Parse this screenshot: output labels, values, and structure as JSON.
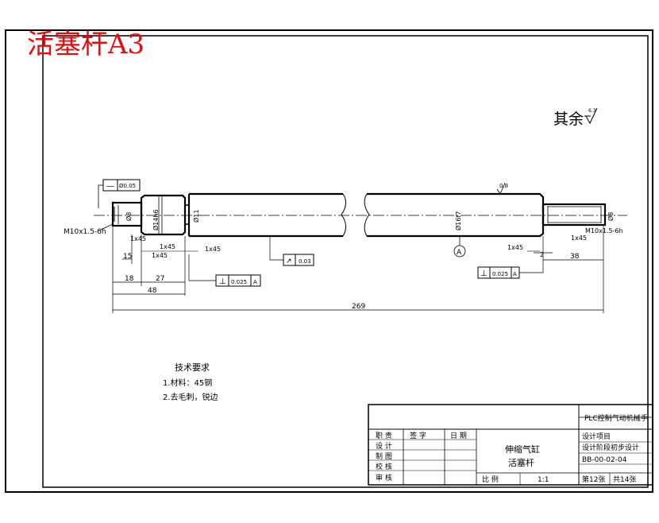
{
  "sheet_title": "活塞杆A3",
  "roughness_note": {
    "label": "其余",
    "value": "6.3"
  },
  "dimensions": {
    "thread_left": "M10x1.5-6h",
    "thread_right": "M10x1.5-6h",
    "dia_left_shaft": "Ø14h6",
    "dia_left_small": "Ø8",
    "dia_collar": "Ø11",
    "dia_main": "Ø16f7",
    "dia_right": "Ø8",
    "len_15": "15",
    "len_18": "18",
    "len_27": "27",
    "len_48": "48",
    "len_269": "269",
    "len_38": "38",
    "len_2": "2",
    "chamfer": "1x45"
  },
  "tolerances": {
    "straightness": {
      "symbol": "—",
      "value": "Ø0.05"
    },
    "perp_left": {
      "symbol": "⊥",
      "value": "0.025",
      "datum": "A"
    },
    "perp_right": {
      "symbol": "⊥",
      "value": "0.025",
      "datum": "A"
    },
    "runout": {
      "symbol": "↗",
      "value": "0.03"
    },
    "datum_label": "A",
    "surface_roughness": "0.8"
  },
  "tech_requirements": {
    "heading": "技术要求",
    "items": [
      "1.材料：45钢",
      "2.去毛刺，锐边"
    ]
  },
  "title_block": {
    "company": "PLC控制气动机械手",
    "part_name_1": "伸缩气缸",
    "part_name_2": "活塞杆",
    "sign_header_1": "签 字",
    "sign_header_2": "日 期",
    "roles": [
      "职 责",
      "设 计",
      "制 图",
      "校 核",
      "审 核"
    ],
    "project_label": "设计项目",
    "stage_label": "设计阶段初步设计",
    "drawing_no": "BB-00-02-04",
    "scale_label": "比 例",
    "scale_value": "1:1",
    "sheet_no": "第12张",
    "sheet_total": "共14张"
  }
}
